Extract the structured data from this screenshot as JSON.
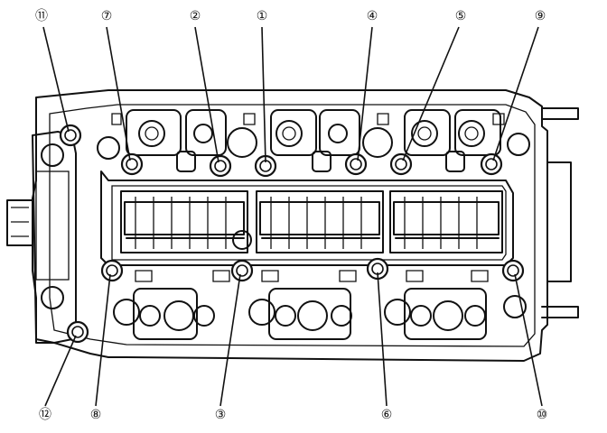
{
  "diagram": {
    "callouts": [
      {
        "id": "b11",
        "label": "⑪"
      },
      {
        "id": "b7",
        "label": "⑦"
      },
      {
        "id": "b2",
        "label": "②"
      },
      {
        "id": "b1",
        "label": "①"
      },
      {
        "id": "b4",
        "label": "④"
      },
      {
        "id": "b5",
        "label": "⑤"
      },
      {
        "id": "b9",
        "label": "⑨"
      },
      {
        "id": "b12",
        "label": "⑫"
      },
      {
        "id": "b8",
        "label": "⑧"
      },
      {
        "id": "b3",
        "label": "③"
      },
      {
        "id": "b6",
        "label": "⑥"
      },
      {
        "id": "b10",
        "label": "⑩"
      }
    ]
  }
}
